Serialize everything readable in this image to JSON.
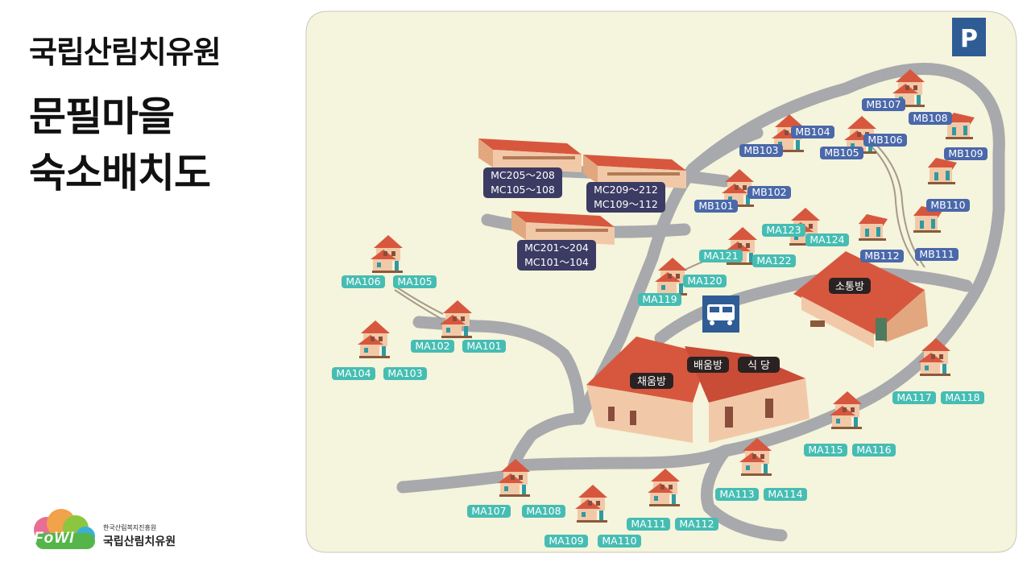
{
  "title": {
    "line1": "국립산림치유원",
    "line2": "문필마을",
    "line3": "숙소배치도"
  },
  "logo": {
    "word": "FoWI",
    "org_small": "한국산림복지진흥원",
    "org_name": "국립산림치유원"
  },
  "map": {
    "parking": "P",
    "facilities": [
      {
        "id": "sotong",
        "label": "소통방"
      },
      {
        "id": "baeum",
        "label": "배움방"
      },
      {
        "id": "sikdang",
        "label": "식 당"
      },
      {
        "id": "chaeum",
        "label": "채움방"
      }
    ],
    "mc_lodges": [
      {
        "id": "mc-a",
        "lines": [
          "MC205～208",
          "MC105～108"
        ]
      },
      {
        "id": "mc-b",
        "lines": [
          "MC209～212",
          "MC109～112"
        ]
      },
      {
        "id": "mc-c",
        "lines": [
          "MC201～204",
          "MC101～104"
        ]
      }
    ],
    "units": {
      "MA101": "MA101",
      "MA102": "MA102",
      "MA103": "MA103",
      "MA104": "MA104",
      "MA105": "MA105",
      "MA106": "MA106",
      "MA107": "MA107",
      "MA108": "MA108",
      "MA109": "MA109",
      "MA110": "MA110",
      "MA111": "MA111",
      "MA112": "MA112",
      "MA113": "MA113",
      "MA114": "MA114",
      "MA115": "MA115",
      "MA116": "MA116",
      "MA117": "MA117",
      "MA118": "MA118",
      "MA119": "MA119",
      "MA120": "MA120",
      "MA121": "MA121",
      "MA122": "MA122",
      "MA123": "MA123",
      "MA124": "MA124",
      "MB101": "MB101",
      "MB102": "MB102",
      "MB103": "MB103",
      "MB104": "MB104",
      "MB105": "MB105",
      "MB106": "MB106",
      "MB107": "MB107",
      "MB108": "MB108",
      "MB109": "MB109",
      "MB110": "MB110",
      "MB111": "MB111",
      "MB112": "MB112"
    },
    "colors": {
      "background": "#f5f4dc",
      "road": "#a7a9ad",
      "roof": "#d7573e",
      "wall": "#f2c9a8",
      "ma_label": "#46bdb3",
      "mb_label": "#4a68aa",
      "mc_label": "#3c3b63",
      "facility_label": "#2a2222",
      "parking": "#2f5c95"
    }
  }
}
